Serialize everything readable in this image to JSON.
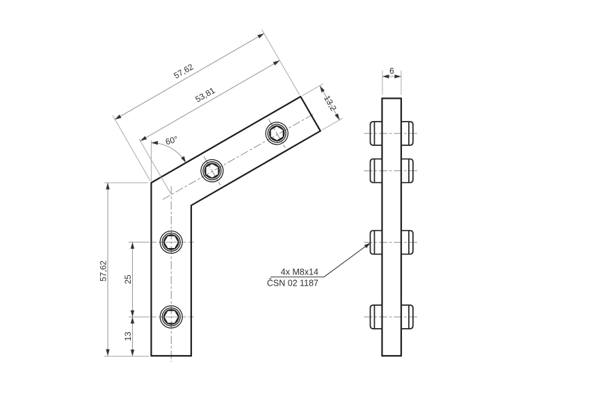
{
  "drawing": {
    "title": "angle-bracket-technical-drawing",
    "background": "#ffffff",
    "colors": {
      "outline": "#1c1c1c",
      "dimension_lines": "#9a9a9a",
      "centerlines": "#8a8a8a",
      "text": "#2e2e2e",
      "arrows": "#333333"
    },
    "front_view": {
      "dim_arm_length_outer": "57,62",
      "dim_arm_length_inner": "53,81",
      "dim_arm_width": "13,2",
      "dim_corner_angle": "60°",
      "dim_leg_height": "57,62",
      "dim_hole_spacing": "25",
      "dim_hole_edge_offset": "13"
    },
    "side_view": {
      "dim_plate_thickness": "6"
    },
    "note": {
      "line1": "4x M8x14",
      "line2": "ČSN 02 1187"
    }
  }
}
